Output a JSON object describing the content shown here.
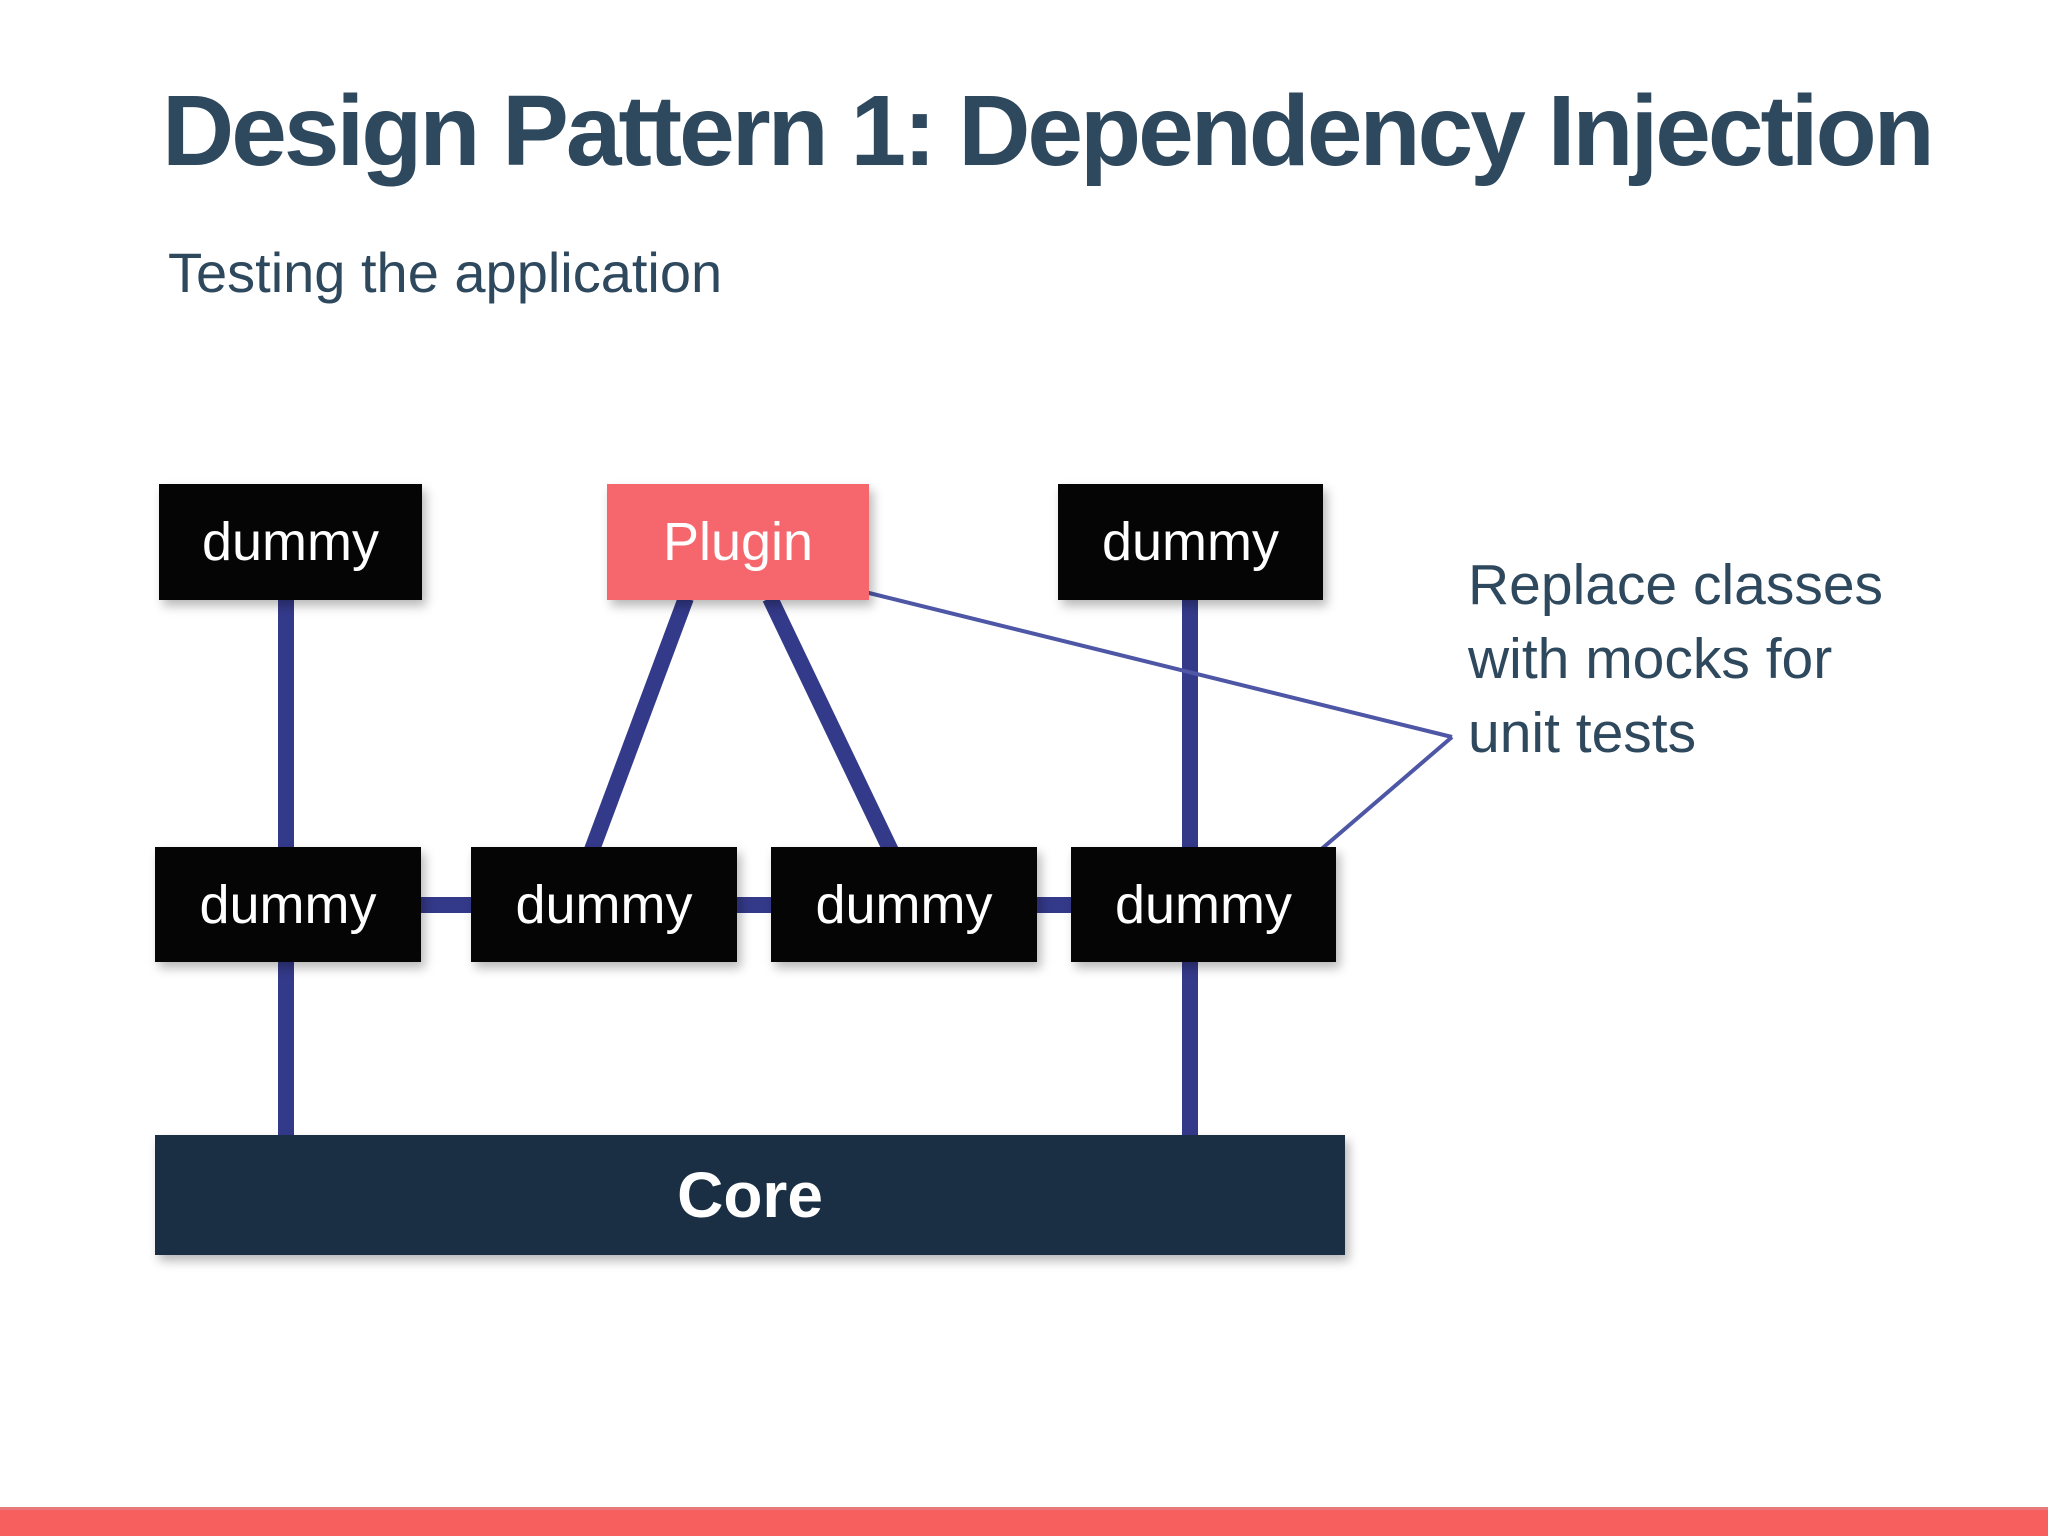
{
  "slide": {
    "title": "Design Pattern 1: Dependency Injection",
    "subtitle": "Testing the application"
  },
  "diagram": {
    "nodes": {
      "top_left": {
        "label": "dummy"
      },
      "plugin": {
        "label": "Plugin"
      },
      "top_right": {
        "label": "dummy"
      },
      "mid_1": {
        "label": "dummy"
      },
      "mid_2": {
        "label": "dummy"
      },
      "mid_3": {
        "label": "dummy"
      },
      "mid_4": {
        "label": "dummy"
      },
      "core": {
        "label": "Core"
      }
    },
    "annotation": "Replace classes\nwith mocks for\nunit tests",
    "edges": [
      {
        "from": "top_left",
        "to": "mid_1"
      },
      {
        "from": "plugin",
        "to": "mid_2"
      },
      {
        "from": "plugin",
        "to": "mid_3"
      },
      {
        "from": "top_right",
        "to": "mid_4"
      },
      {
        "from": "mid_1",
        "to": "mid_2"
      },
      {
        "from": "mid_2",
        "to": "mid_3"
      },
      {
        "from": "mid_3",
        "to": "mid_4"
      },
      {
        "from": "mid_1",
        "to": "core"
      },
      {
        "from": "mid_4",
        "to": "core"
      },
      {
        "from": "plugin",
        "to": "annotation",
        "style": "callout"
      },
      {
        "from": "mid_4",
        "to": "annotation",
        "style": "callout"
      }
    ]
  },
  "colors": {
    "heading_text": "#2e485e",
    "node_bg": "#050505",
    "node_text": "#ffffff",
    "plugin_bg": "#f5676c",
    "core_bg": "#1b2f44",
    "connector": "#343a8a",
    "callout_line": "#4d57a5",
    "bottom_bar": "#f75f5f"
  }
}
